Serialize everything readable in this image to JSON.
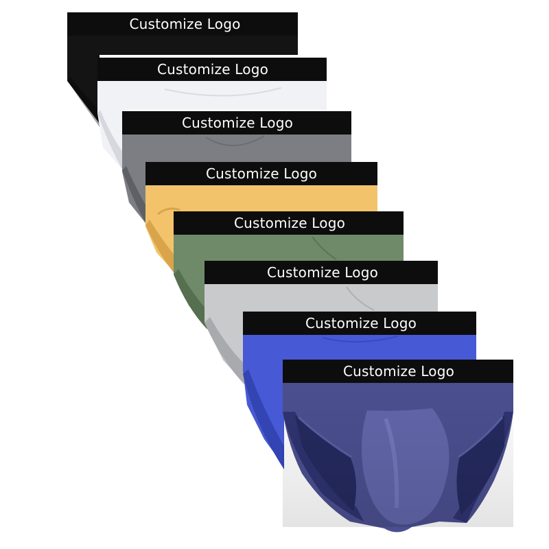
{
  "products": [
    {
      "name": "black-brief",
      "color": "#141414",
      "waistband_text": "Customize Logo"
    },
    {
      "name": "white-brief",
      "color": "#f1f2f5",
      "waistband_text": "Customize Logo"
    },
    {
      "name": "gray-brief",
      "color": "#7d7e83",
      "waistband_text": "Customize Logo"
    },
    {
      "name": "yellow-brief",
      "color": "#f2c36b",
      "waistband_text": "Customize Logo"
    },
    {
      "name": "green-brief",
      "color": "#6f8a68",
      "waistband_text": "Customize Logo"
    },
    {
      "name": "light-gray-brief",
      "color": "#c9cacc",
      "waistband_text": "Customize Logo"
    },
    {
      "name": "royal-blue-brief",
      "color": "#4759d4",
      "waistband_text": "Customize Logo"
    },
    {
      "name": "navy-brief",
      "color": "#4b4f8f",
      "waistband_text": "Customize Logo"
    }
  ],
  "waistband_color": "#0d0d0d",
  "background_color": "#ffffff"
}
